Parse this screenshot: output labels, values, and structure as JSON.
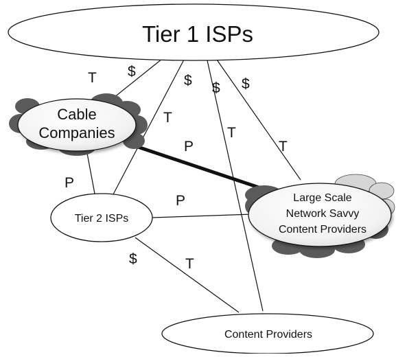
{
  "diagram": {
    "nodes": {
      "tier1": {
        "label": "Tier 1 ISPs"
      },
      "cable": {
        "label_line1": "Cable",
        "label_line2": "Companies"
      },
      "tier2": {
        "label": "Tier 2 ISPs"
      },
      "large_cp": {
        "label_line1": "Large Scale",
        "label_line2": "Network Savvy",
        "label_line3": "Content Providers"
      },
      "content": {
        "label": "Content Providers"
      }
    },
    "edge_labels": {
      "tier1_cable_transit": "T",
      "tier1_cable_money": "$",
      "tier1_tier2_money": "$",
      "tier1_tier2_transit": "T",
      "tier1_content_money": "$",
      "tier1_content_transit": "T",
      "tier1_large_money": "$",
      "tier1_large_transit": "T",
      "cable_large_peering": "P",
      "cable_tier2_peering": "P",
      "tier2_large_peering": "P",
      "tier2_content_money": "$",
      "tier2_content_transit": "T"
    },
    "colors": {
      "node_fill": "#ffffff",
      "node_stroke": "#111111",
      "cloud_shadow": "#5a5a5a",
      "cloud_light": "#cfcfcf",
      "edge": "#111111"
    }
  }
}
